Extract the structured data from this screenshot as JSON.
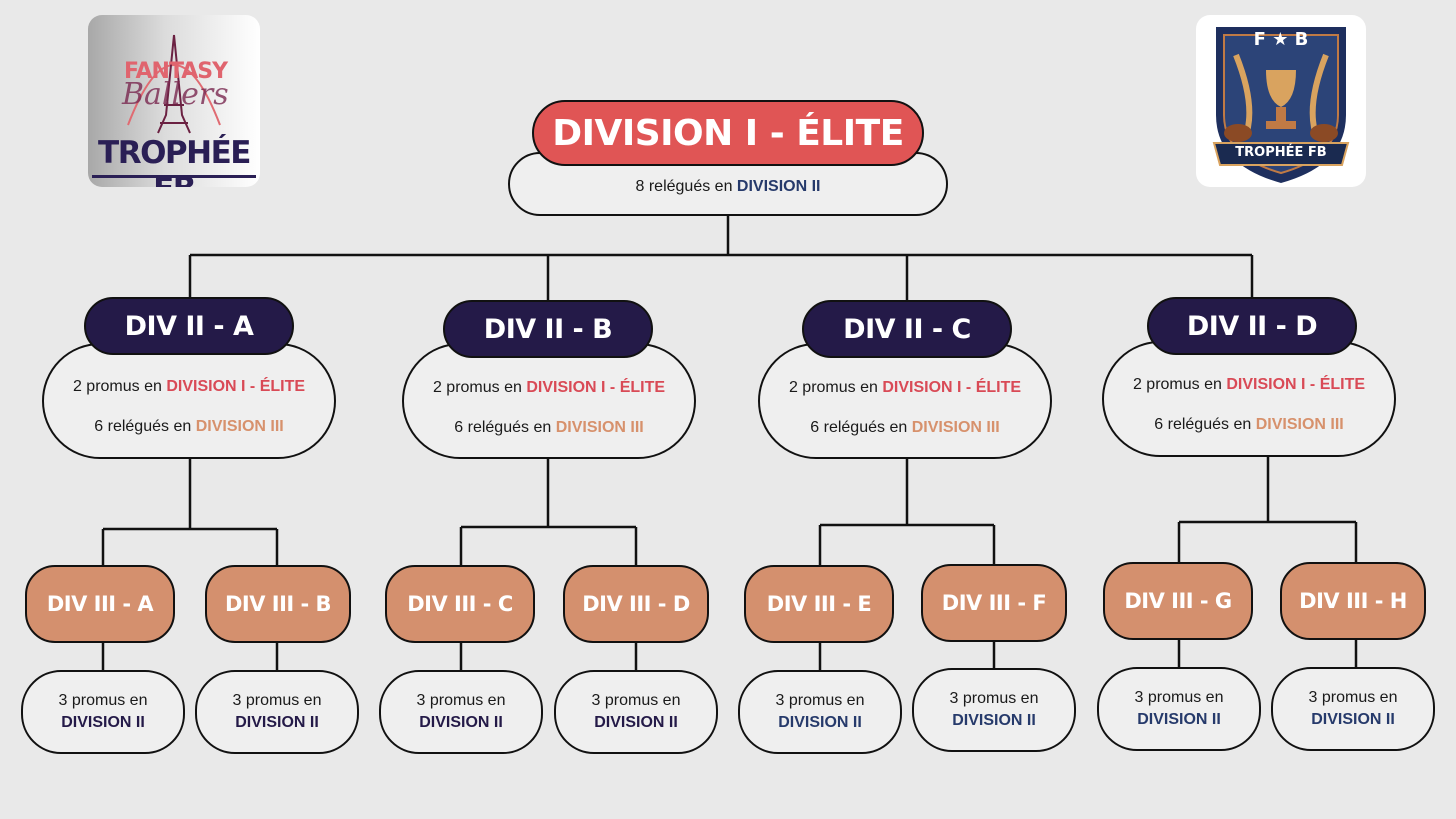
{
  "logo_left": {
    "text_fantasy": "FANTASY",
    "text_script": "Ballers",
    "text_trophee": "TROPHÉE FB"
  },
  "logo_right": {
    "letters": "F ★ B",
    "banner": "TROPHÉE FB"
  },
  "elite": {
    "title": "DIVISION I - ÉLITE",
    "relegated_count": "8 relégués en",
    "relegated_target": "DIVISION II"
  },
  "div2": [
    {
      "title": "DIV II - A",
      "promo_count": "2 promus en",
      "promo_target": "DIVISION I - ÉLITE",
      "releg_count": "6 relégués en",
      "releg_target": "DIVISION III"
    },
    {
      "title": "DIV II - B",
      "promo_count": "2 promus en",
      "promo_target": "DIVISION I - ÉLITE",
      "releg_count": "6 relégués en",
      "releg_target": "DIVISION III"
    },
    {
      "title": "DIV II - C",
      "promo_count": "2 promus en",
      "promo_target": "DIVISION I - ÉLITE",
      "releg_count": "6 relégués en",
      "releg_target": "DIVISION III"
    },
    {
      "title": "DIV II - D",
      "promo_count": "2 promus en",
      "promo_target": "DIVISION I - ÉLITE",
      "releg_count": "6 relégués en",
      "releg_target": "DIVISION III"
    }
  ],
  "div3": [
    {
      "title": "DIV III - A",
      "promo_count": "3 promus en",
      "promo_target": "DIVISION II"
    },
    {
      "title": "DIV III - B",
      "promo_count": "3 promus en",
      "promo_target": "DIVISION II"
    },
    {
      "title": "DIV III - C",
      "promo_count": "3 promus en",
      "promo_target": "DIVISION II"
    },
    {
      "title": "DIV III - D",
      "promo_count": "3 promus en",
      "promo_target": "DIVISION II"
    },
    {
      "title": "DIV III - E",
      "promo_count": "3 promus en",
      "promo_target": "DIVISION II"
    },
    {
      "title": "DIV III - F",
      "promo_count": "3 promus en",
      "promo_target": "DIVISION II"
    },
    {
      "title": "DIV III - G",
      "promo_count": "3 promus en",
      "promo_target": "DIVISION II"
    },
    {
      "title": "DIV III - H",
      "promo_count": "3 promus en",
      "promo_target": "DIVISION II"
    }
  ],
  "colors": {
    "elite": "#e05555",
    "div2": "#241a48",
    "div3": "#d4906e",
    "background": "#e9e9e9"
  }
}
